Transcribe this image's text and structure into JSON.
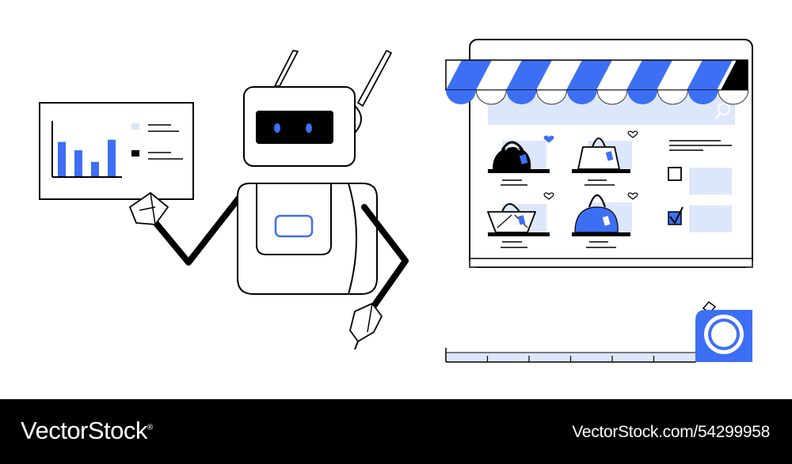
{
  "colors": {
    "accent": "#3d6ff5",
    "light_accent": "#dde7fb",
    "ink": "#000000",
    "background": "#ffffff"
  },
  "illustration": {
    "robot": {
      "eye_icon": "robot-eye-icon",
      "chest_icon": "chest-panel-icon"
    },
    "chart_board": {
      "bar_levels": [
        0.62,
        0.47,
        0.26,
        0.66
      ],
      "legend_items": 2
    },
    "shop_window": {
      "products": [
        "handbag-icon",
        "tote-bag-icon",
        "basket-bag-icon",
        "dome-bag-icon"
      ],
      "favorite_marked": [
        true,
        false,
        false,
        false
      ],
      "filters": [
        {
          "checked": false
        },
        {
          "checked": true
        }
      ],
      "search_icon": "search-icon"
    },
    "tape_measure_icon": "tape-measure-icon"
  },
  "footer": {
    "brand": "VectorStock",
    "registered_mark": "®",
    "stock_id": "VectorStock.com/54299958"
  }
}
